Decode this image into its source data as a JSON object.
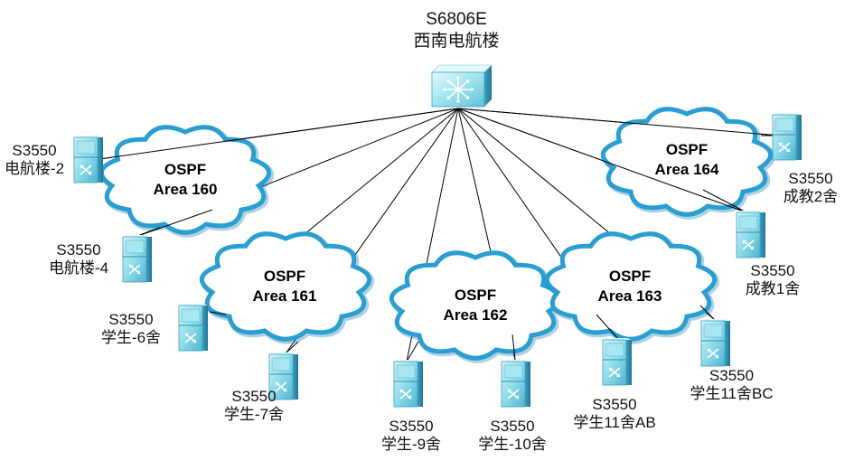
{
  "core": {
    "model": "S6806E",
    "location": "西南电航楼",
    "icon": "multilayer-switch-icon"
  },
  "areas": [
    {
      "id": "area-160",
      "protocol": "OSPF",
      "name": "Area 160"
    },
    {
      "id": "area-161",
      "protocol": "OSPF",
      "name": "Area 161"
    },
    {
      "id": "area-162",
      "protocol": "OSPF",
      "name": "Area 162"
    },
    {
      "id": "area-163",
      "protocol": "OSPF",
      "name": "Area 163"
    },
    {
      "id": "area-164",
      "protocol": "OSPF",
      "name": "Area 164"
    }
  ],
  "switches": [
    {
      "id": "dianhang-2",
      "model": "S3550",
      "location": "电航楼-2",
      "icon": "switch-icon"
    },
    {
      "id": "dianhang-4",
      "model": "S3550",
      "location": "电航楼-4",
      "icon": "switch-icon"
    },
    {
      "id": "xuesheng-6",
      "model": "S3550",
      "location": "学生-6舍",
      "icon": "switch-icon"
    },
    {
      "id": "xuesheng-7",
      "model": "S3550",
      "location": "学生-7舍",
      "icon": "switch-icon"
    },
    {
      "id": "xuesheng-9",
      "model": "S3550",
      "location": "学生-9舍",
      "icon": "switch-icon"
    },
    {
      "id": "xuesheng-10",
      "model": "S3550",
      "location": "学生-10舍",
      "icon": "switch-icon"
    },
    {
      "id": "xuesheng-11ab",
      "model": "S3550",
      "location": "学生11舍AB",
      "icon": "switch-icon"
    },
    {
      "id": "xuesheng-11bc",
      "model": "S3550",
      "location": "学生11舍BC",
      "icon": "switch-icon"
    },
    {
      "id": "chengjiao-1",
      "model": "S3550",
      "location": "成教1舍",
      "icon": "switch-icon"
    },
    {
      "id": "chengjiao-2",
      "model": "S3550",
      "location": "成教2舍",
      "icon": "switch-icon"
    }
  ],
  "colors": {
    "cloud_outline": "#2a9ed0",
    "cloud_fill": "#ffffff",
    "link": "#000000",
    "switch_light": "#b9ecf2",
    "switch_mid": "#6ccbe0",
    "switch_dark": "#2b8fb0"
  }
}
